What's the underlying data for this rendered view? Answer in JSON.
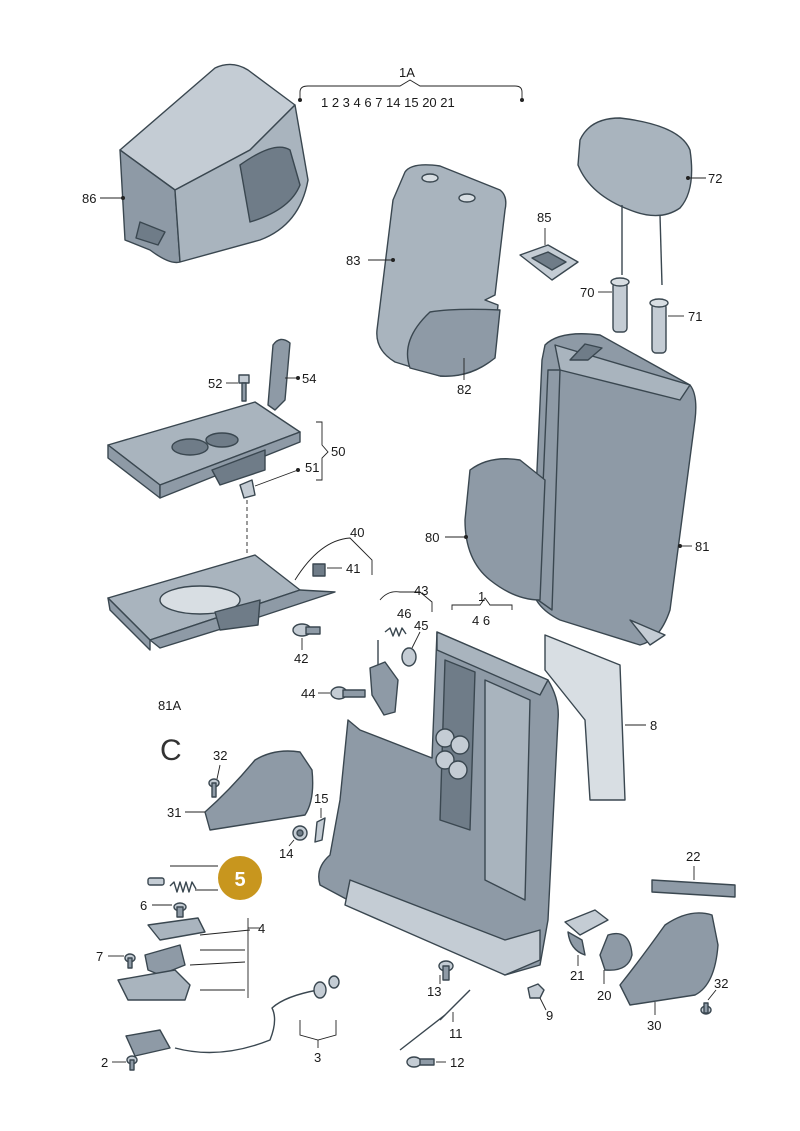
{
  "callouts": {
    "p1a": "1A",
    "p1a_list": "1  2  3  4  6  7  14  15  20  21",
    "p86": "86",
    "p72": "72",
    "p85": "85",
    "p83": "83",
    "p70": "70",
    "p71": "71",
    "p82": "82",
    "p52": "52",
    "p54": "54",
    "p50": "50",
    "p51": "51",
    "p80": "80",
    "p81": "81",
    "p40": "40",
    "p41": "41",
    "p43": "43",
    "p46": "46",
    "p45": "45",
    "p1": "1",
    "p1_list": "4   6",
    "p42": "42",
    "p44": "44",
    "p8": "8",
    "p81a": "81A",
    "p81a_symbol": "C",
    "p32a": "32",
    "p31": "31",
    "p15": "15",
    "p14": "14",
    "p5": "5",
    "p6": "6",
    "p4": "4",
    "p7": "7",
    "p22": "22",
    "p21": "21",
    "p20": "20",
    "p30": "30",
    "p32b": "32",
    "p13": "13",
    "p9": "9",
    "p11": "11",
    "p12": "12",
    "p2": "2",
    "p3": "3"
  },
  "colors": {
    "highlight": "#c8961e",
    "part_fill": "#8e9aa6",
    "part_stroke": "#3a4750"
  }
}
